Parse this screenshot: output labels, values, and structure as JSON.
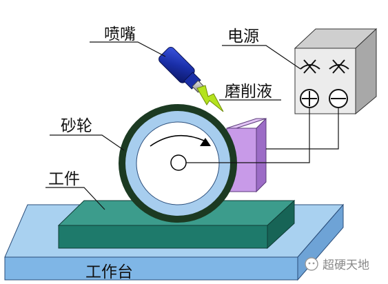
{
  "labels": {
    "nozzle": "喷嘴",
    "power": "电源",
    "fluid": "磨削液",
    "wheel": "砂轮",
    "workpiece": "工件",
    "table": "工作台"
  },
  "watermark": {
    "text": "超硬天地"
  },
  "colors": {
    "table_top": "#a9d1f0",
    "table_front": "#7fb6e6",
    "workpiece_top": "#3c9c8c",
    "workpiece_front": "#1e7a6b",
    "wheel_outer": "#1c3a22",
    "wheel_ring": "#a7cdee",
    "wheel_inner": "#ffffff",
    "electrode_front": "#c89ae8",
    "electrode_side": "#9c6cc6",
    "power_front": "#ececec",
    "power_top": "#cfcfcf",
    "power_side": "#a8a8a8",
    "nozzle_body": "#1a2fa8",
    "spark": "#b4e21e"
  }
}
